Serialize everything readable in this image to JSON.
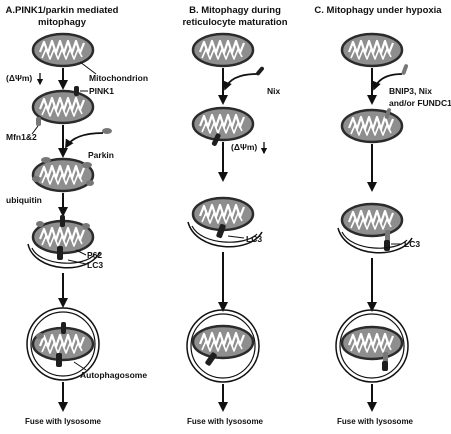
{
  "panels": {
    "a": {
      "title_line1": "A.PINK1/parkin mediated",
      "title_line2": "mitophagy",
      "mitochondrion": "Mitochondrion",
      "delta_psi": "(ΔΨm)",
      "pink1": "PINK1",
      "mfn": "Mfn1&2",
      "parkin": "Parkin",
      "ubiquitin": "ubiquitin",
      "p62": "P62",
      "lc3": "LC3",
      "autophagosome": "Autophagosome",
      "fuse": "Fuse with lysosome"
    },
    "b": {
      "title_line1": "B. Mitophagy during",
      "title_line2": "reticulocyte maturation",
      "nix": "Nix",
      "delta_psi": "(ΔΨm)",
      "lc3": "LC3",
      "fuse": "Fuse with lysosome"
    },
    "c": {
      "title": "C. Mitophagy under hypoxia",
      "receptor_line1": "BNIP3, Nix",
      "receptor_line2": "and/or FUNDC1",
      "lc3": "LC3",
      "fuse": "Fuse with lysosome"
    }
  },
  "colors": {
    "mito_fill": "#8e8e8e",
    "mito_edge": "#2b2b2b",
    "cristae": "#ffffff",
    "receptor": "#777777",
    "lc3": "#1e1e1e",
    "stroke": "#111111"
  }
}
